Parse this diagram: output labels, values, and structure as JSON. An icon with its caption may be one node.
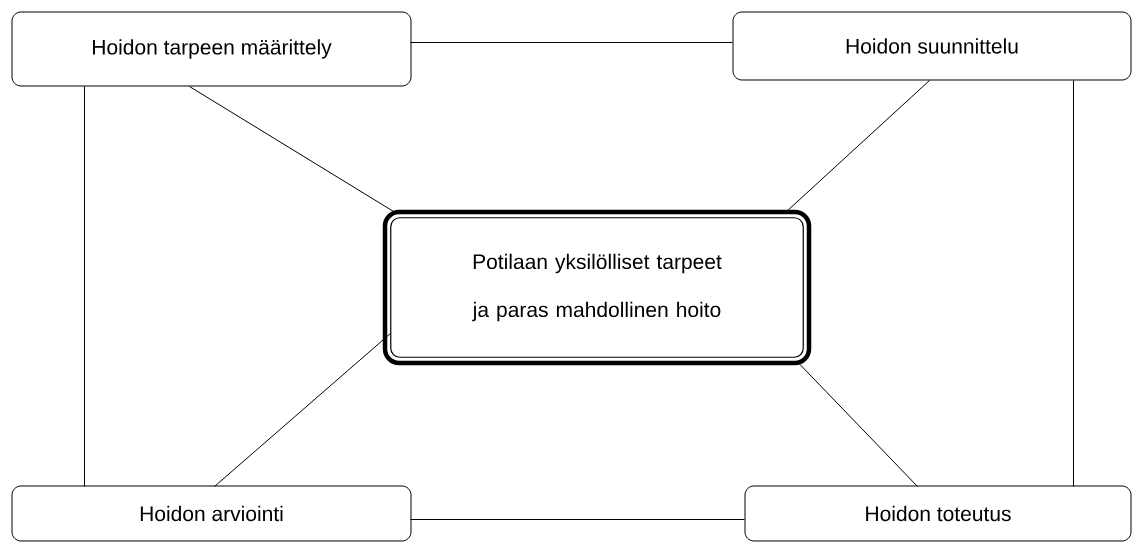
{
  "diagram": {
    "nodes": [
      {
        "text": [
          "Hoidon tarpeen määrittely"
        ]
      },
      {
        "text": [
          "Hoidon suunnittelu"
        ]
      },
      {
        "text": [
          "Hoidon arviointi"
        ]
      },
      {
        "text": [
          "Hoidon toteutus"
        ]
      },
      {
        "text": [
          "Potilaan yksilölliset tarpeet ja paras mahdollinen hoito"
        ]
      }
    ],
    "edges": [
      {
        "from": 0,
        "to": 1,
        "arrow": "none"
      },
      {
        "from": 0,
        "to": 2,
        "arrow": "none"
      },
      {
        "from": 1,
        "to": 3,
        "arrow": "none"
      },
      {
        "from": 2,
        "to": 3,
        "arrow": "none"
      },
      {
        "from": 0,
        "to": 4,
        "arrow": "none"
      },
      {
        "from": 1,
        "to": 4,
        "arrow": "none"
      },
      {
        "from": 2,
        "to": 4,
        "arrow": "none"
      },
      {
        "from": 3,
        "to": 4,
        "arrow": "none"
      }
    ]
  }
}
